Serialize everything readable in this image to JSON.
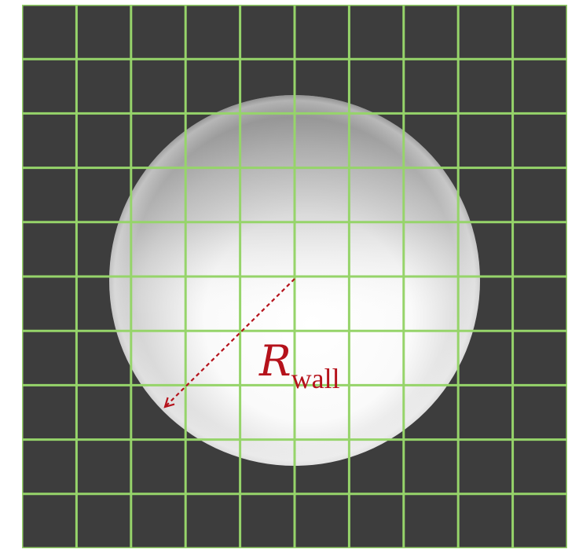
{
  "figure": {
    "grid_cells": 10,
    "colors": {
      "background": "#3d3d3d",
      "grid_line": "#96d46a",
      "sphere_highlight": "#ffffff",
      "sphere_shade": "#9a9a9a",
      "annotation": "#b5121b"
    },
    "radius_label": {
      "symbol": "R",
      "subscript": "wall"
    },
    "radius_arrow": {
      "style": "dashed"
    }
  }
}
